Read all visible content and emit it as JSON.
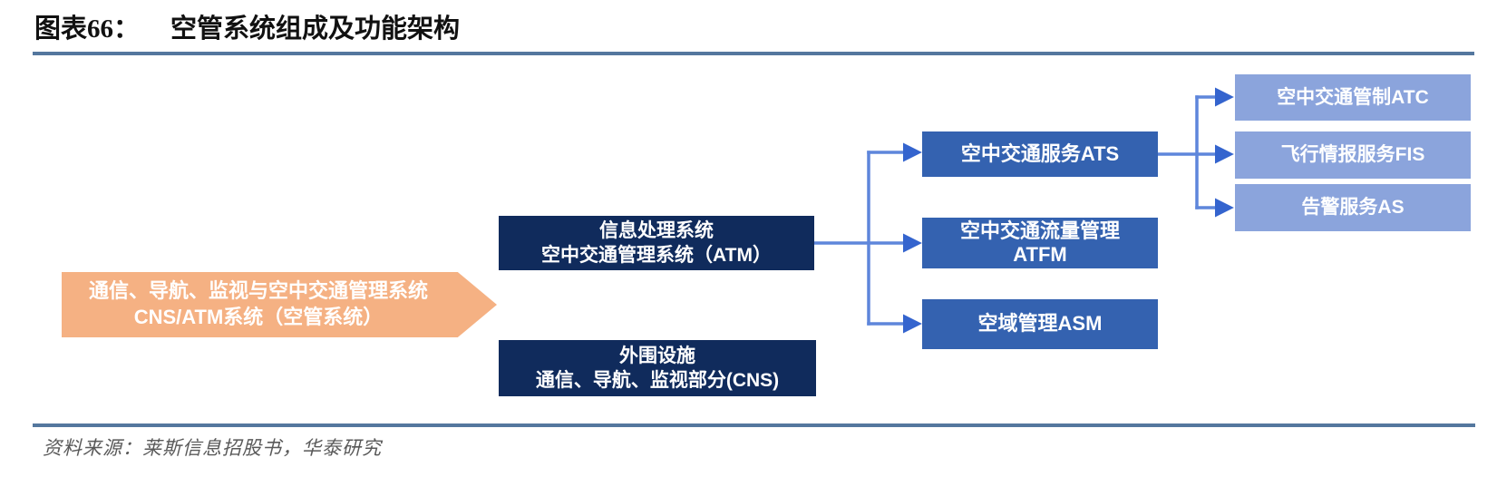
{
  "header": {
    "figure_label": "图表66：",
    "figure_title": "空管系统组成及功能架构"
  },
  "diagram": {
    "root_box": {
      "line1": "通信、导航、监视与空中交通管理系统",
      "line2": "CNS/ATM系统（空管系统）"
    },
    "atm_box": {
      "line1": "信息处理系统",
      "line2": "空中交通管理系统（ATM）"
    },
    "cns_box": {
      "line1": "外围设施",
      "line2": "通信、导航、监视部分(CNS)"
    },
    "ats_box": {
      "label": "空中交通服务ATS"
    },
    "atfm_box": {
      "line1": "空中交通流量管理",
      "line2": "ATFM"
    },
    "asm_box": {
      "label": "空域管理ASM"
    },
    "atc_box": {
      "label": "空中交通管制ATC"
    },
    "fis_box": {
      "label": "飞行情报服务FIS"
    },
    "as_box": {
      "label": "告警服务AS"
    }
  },
  "colors": {
    "rule_line": "#54779E",
    "root_box_fill": "#F5B183",
    "dark_box_fill": "#102B5C",
    "mid_box_fill": "#3462B0",
    "light_box_fill": "#8BA4DC",
    "connector_line": "#5E86DB",
    "connector_arrow": "#3464CE",
    "box_text": "#FFFFFF",
    "source_text": "#595959"
  },
  "footer": {
    "source": "资料来源：莱斯信息招股书，华泰研究"
  }
}
